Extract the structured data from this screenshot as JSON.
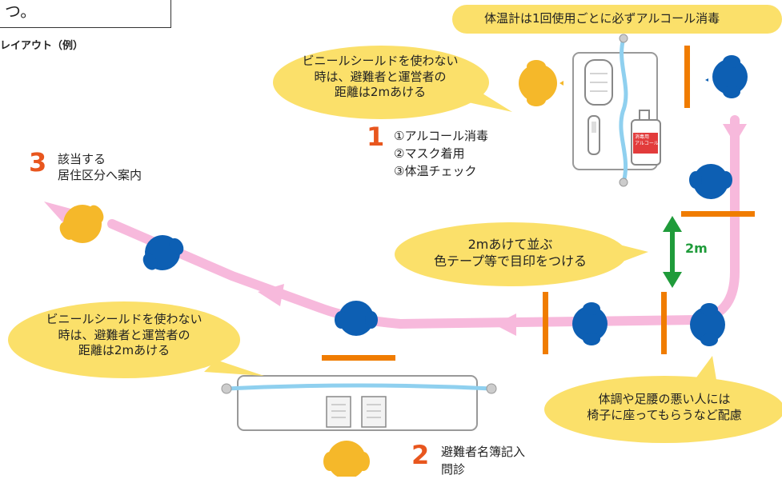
{
  "header": {
    "box_text": "つ。",
    "layout_label": "レイアウト（例）"
  },
  "notice_pill": "体温計は1回使用ごとに必ずアルコール消毒",
  "bubbles": {
    "shield_top": "ビニールシールドを使わない\n時は、避難者と運営者の\n距離は2mあける",
    "queue": "2mあけて並ぶ\n色テープ等で目印をつける",
    "shield_bottom": "ビニールシールドを使わない\n時は、避難者と運営者の\n距離は2mあける",
    "chair": "体調や足腰の悪い人には\n椅子に座ってもらうなど配慮"
  },
  "steps": {
    "step1": {
      "number": "1",
      "lines": "①アルコール消毒\n②マスク着用\n③体温チェック"
    },
    "step2": {
      "number": "2",
      "lines": "避難者名簿記入\n問診"
    },
    "step3": {
      "number": "3",
      "lines": "該当する\n居住区分へ案内"
    }
  },
  "distance_label": "2m",
  "sanitizer_label": "消毒用\nアルコール",
  "colors": {
    "person_blue": "#0d5fb3",
    "staff_yellow": "#f5b82a",
    "path_pink": "#f7b9dc",
    "barrier_orange": "#f07c00",
    "bubble_yellow": "#fbe06a",
    "arrow_green": "#1f9b3a",
    "step_orange": "#e8561e",
    "shield_blue": "#8fd0ef"
  },
  "icons": [
    "mask-icon",
    "thermometer-icon",
    "sanitizer-bottle-icon",
    "document-icon",
    "person-top-view-icon",
    "staff-top-view-icon"
  ]
}
